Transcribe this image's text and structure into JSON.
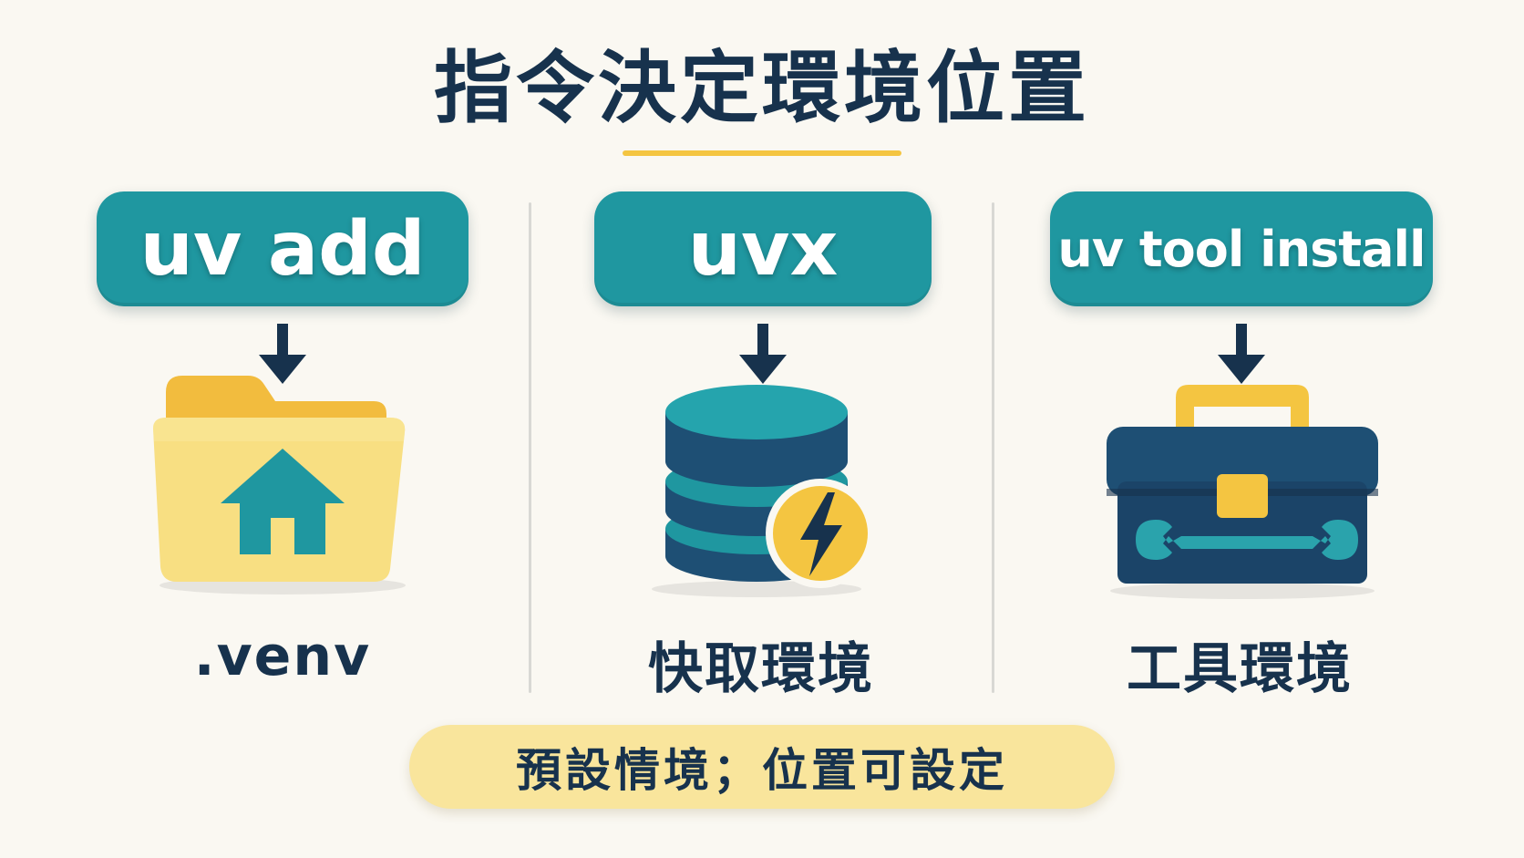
{
  "title": "指令決定環境位置",
  "columns": [
    {
      "command": "uv add",
      "label": ".venv",
      "icon": "folder-home-icon"
    },
    {
      "command": "uvx",
      "label": "快取環境",
      "icon": "database-lightning-icon"
    },
    {
      "command": "uv tool install",
      "label": "工具環境",
      "icon": "toolbox-wrench-icon"
    }
  ],
  "footer": "預設情境；位置可設定",
  "colors": {
    "navy": "#17324d",
    "teal": "#1f97a0",
    "yellow": "#f4c541",
    "cream": "#f9e59c",
    "background": "#faf8f2"
  }
}
